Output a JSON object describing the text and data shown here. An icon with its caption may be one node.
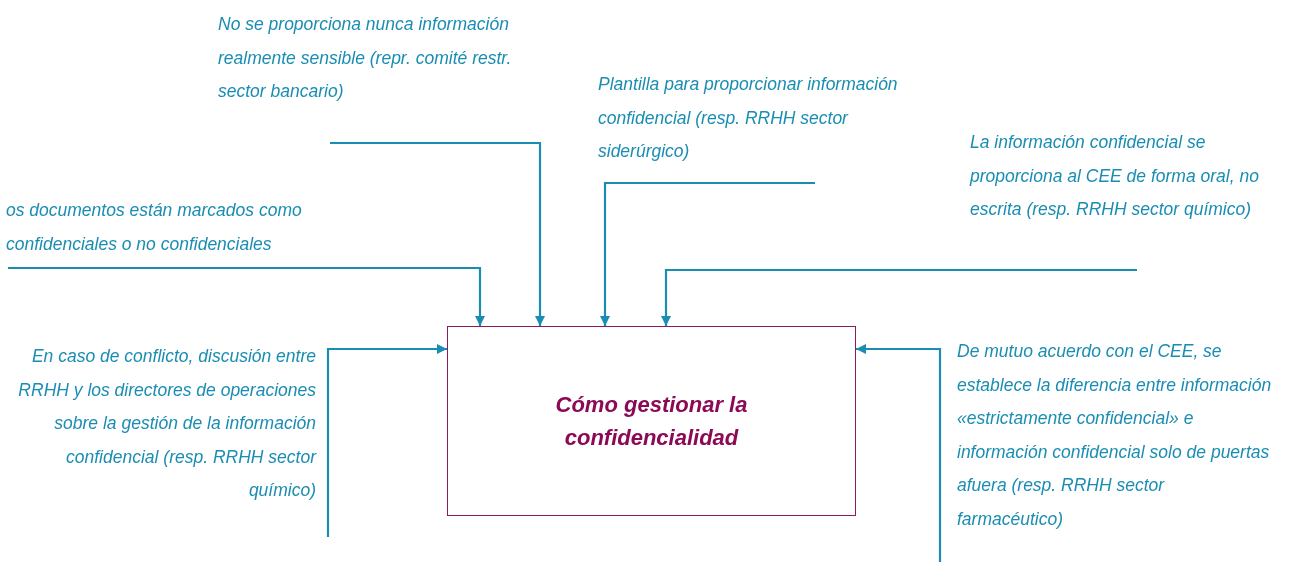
{
  "diagram": {
    "nodes": [
      {
        "text": [
          "No se proporciona nunca información realmente sensible (repr. comité restr. sector bancario)"
        ]
      },
      {
        "text": [
          "Plantilla para proporcionar información confidencial (resp. RRHH sector siderúrgico)"
        ]
      },
      {
        "text": [
          "La información confidencial se proporciona al CEE de forma oral, no escrita (resp. RRHH sector químico)"
        ]
      },
      {
        "text": [
          "os documentos están marcados como confidenciales o no confidenciales"
        ]
      },
      {
        "text": [
          "En caso de conflicto, discusión entre RRHH y los directores de operaciones sobre la gestión de la información confidencial (resp. RRHH sector químico)"
        ]
      },
      {
        "text": [
          "Cómo gestionar la confidencialidad"
        ]
      },
      {
        "text": [
          "De mutuo acuerdo con el CEE, se establece la diferencia entre información «estrictamente confidencial» e información confidencial solo de puertas afuera (resp. RRHH sector farmacéutico)"
        ]
      }
    ],
    "edges": [
      {
        "from": 3,
        "to": 5,
        "arrow": "to"
      },
      {
        "from": 0,
        "to": 5,
        "arrow": "to"
      },
      {
        "from": 1,
        "to": 5,
        "arrow": "to"
      },
      {
        "from": 2,
        "to": 5,
        "arrow": "to"
      },
      {
        "from": 4,
        "to": 5,
        "arrow": "to"
      },
      {
        "from": 6,
        "to": 5,
        "arrow": "to"
      }
    ]
  }
}
